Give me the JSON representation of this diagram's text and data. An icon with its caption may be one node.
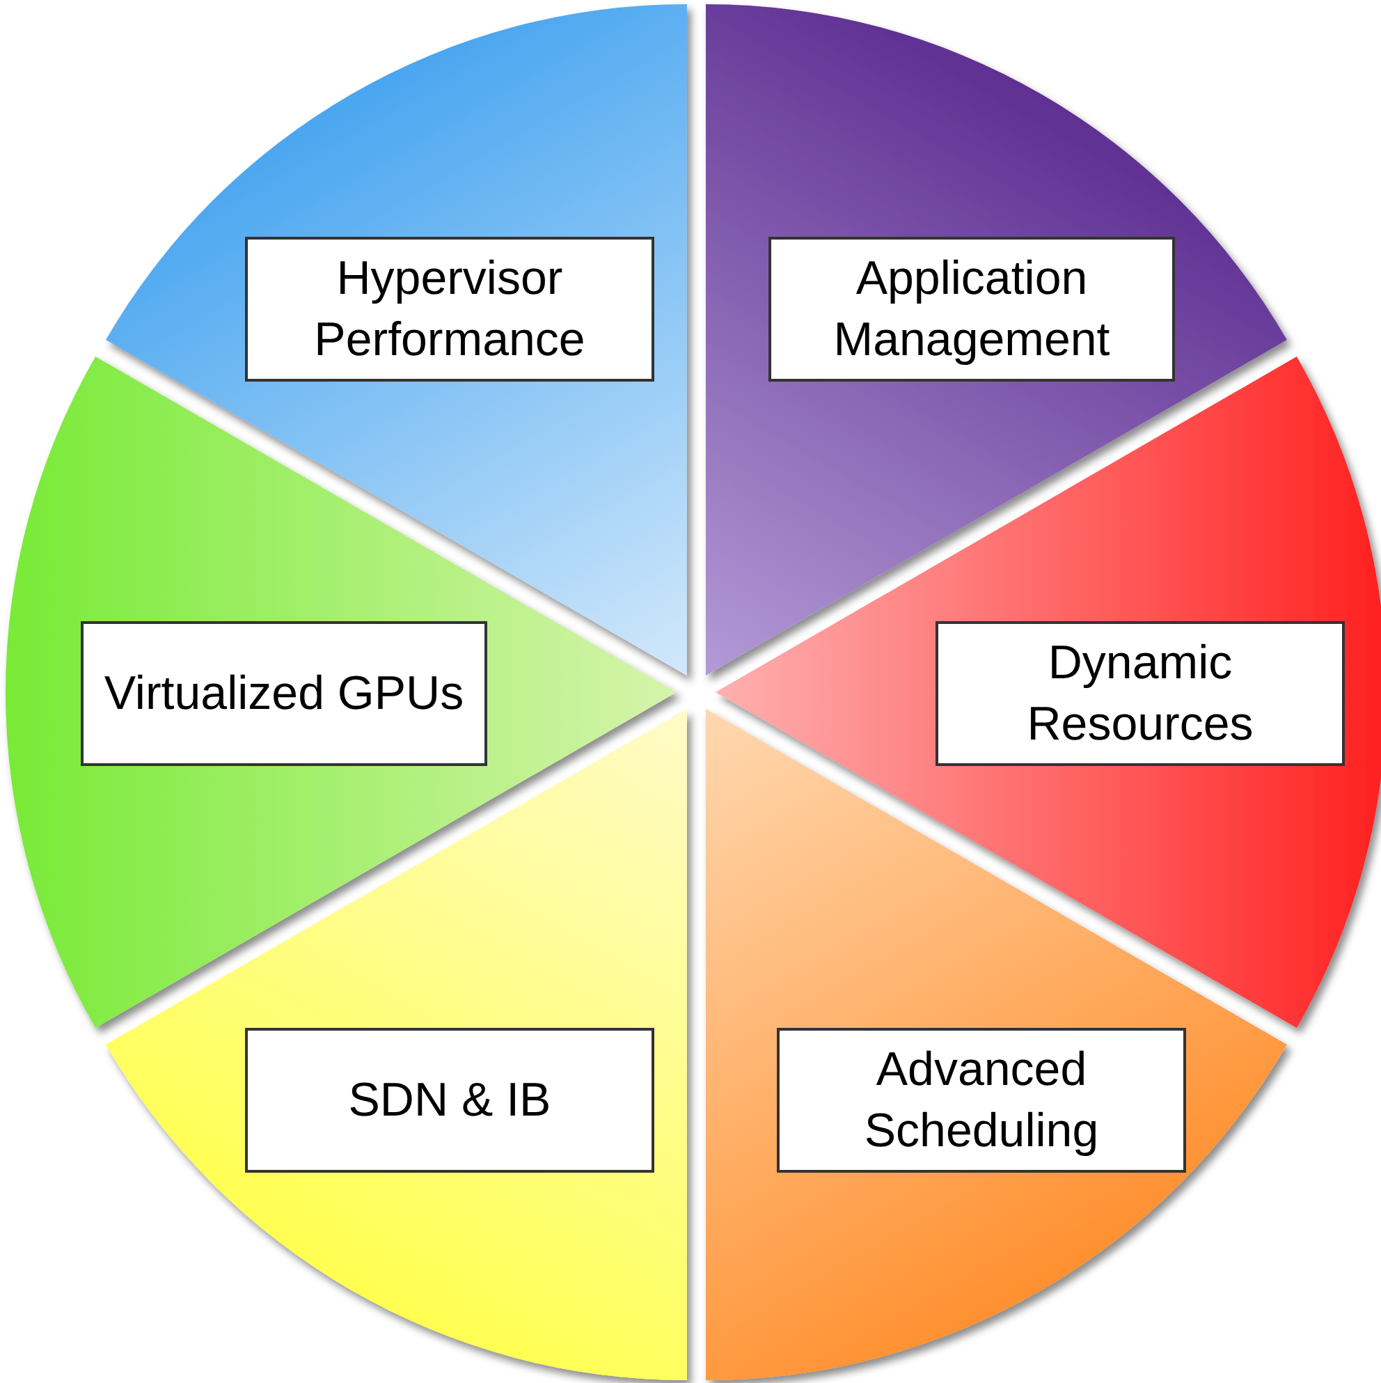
{
  "diagram": {
    "nodes": [
      {
        "text": [
          "Hypervisor Performance"
        ]
      },
      {
        "text": [
          "Application Management"
        ]
      },
      {
        "text": [
          "Virtualized GPUs"
        ]
      },
      {
        "text": [
          "Dynamic Resources"
        ]
      },
      {
        "text": [
          "SDN & IB"
        ]
      },
      {
        "text": [
          "Advanced Scheduling"
        ]
      }
    ]
  }
}
